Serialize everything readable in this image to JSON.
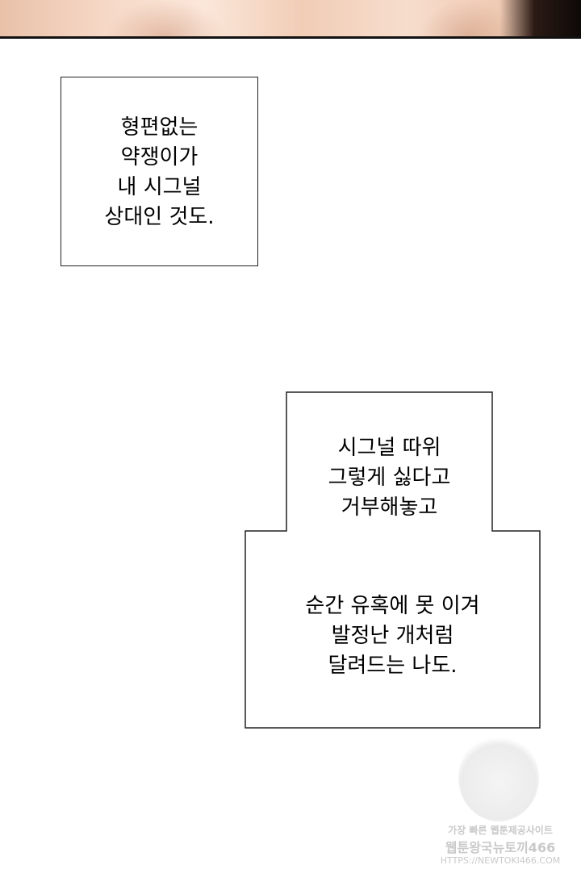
{
  "panel_top": {
    "description_icon": "skin-illustration"
  },
  "box1": {
    "text": "형편없는\n약쟁이가\n내 시그널\n상대인 것도."
  },
  "box2": {
    "upper_text": "시그널 따위\n그렇게 싫다고\n거부해놓고",
    "lower_text": "순간 유혹에 못 이겨\n발정난 개처럼\n달려드는 나도."
  },
  "watermark": {
    "line1": "가장 빠른 웹툰제공사이트",
    "line2": "웹툰왕국뉴토끼466",
    "line3": "HTTPS://NEWTOKI466.COM"
  }
}
